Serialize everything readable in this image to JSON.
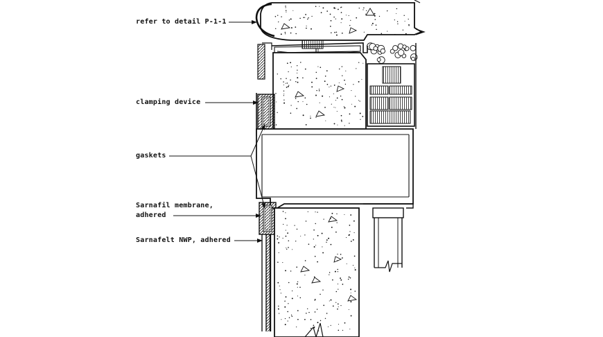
{
  "labels": {
    "refer_detail": "refer to detail P-1-1",
    "clamping_device": "clamping device",
    "gaskets": "gaskets",
    "membrane_line1": "Sarnafil membrane,",
    "membrane_line2": "adhered",
    "sarnafelt": "Sarnafelt NWP, adhered"
  },
  "colors": {
    "line": "#111111",
    "background": "#ffffff"
  }
}
